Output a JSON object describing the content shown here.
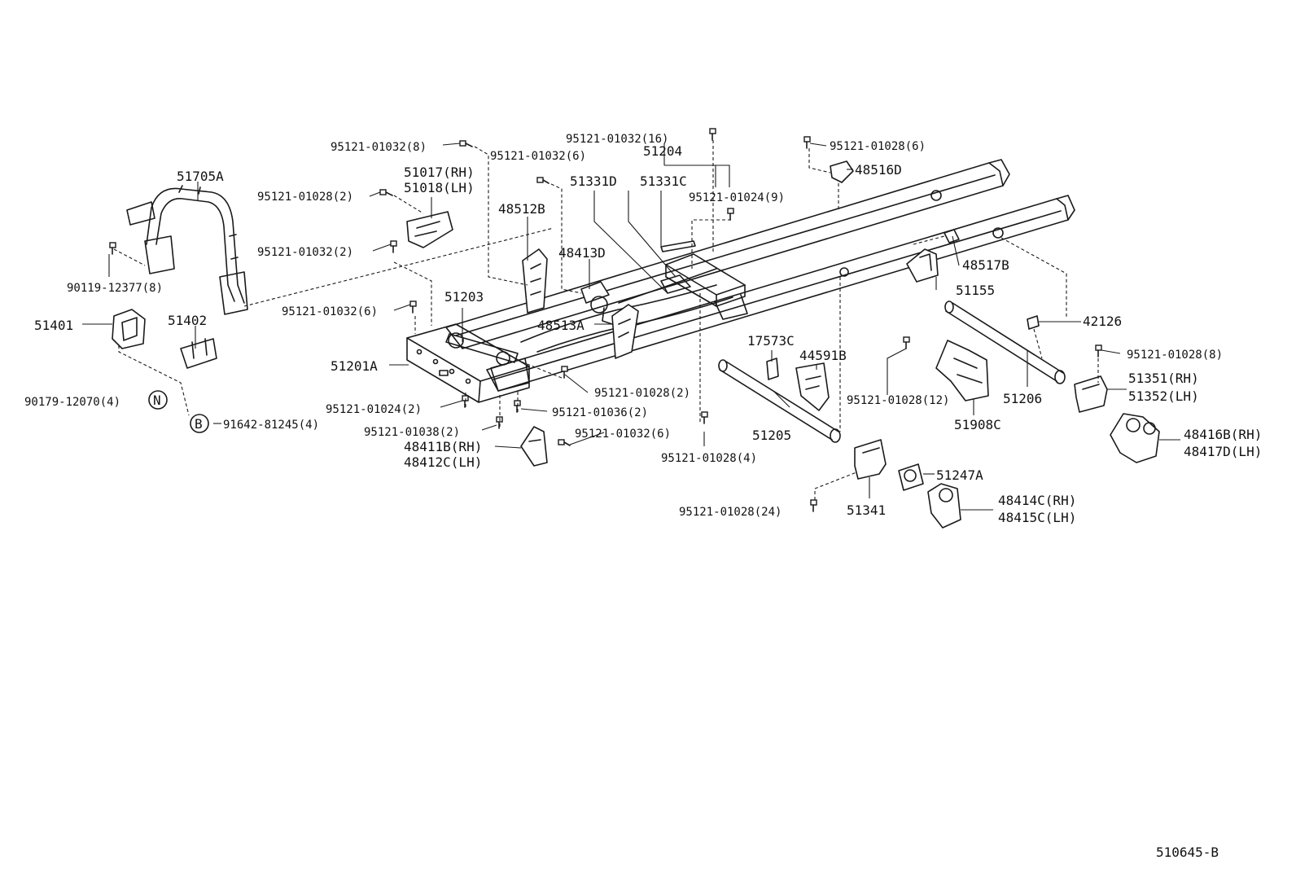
{
  "diagram_id": "510645-B",
  "labels": {
    "p51705A": "51705A",
    "p90119": "90119-12377(8)",
    "p51401": "51401",
    "p51402": "51402",
    "p90179": "90179-12070(4)",
    "symN": "N",
    "symB": "B",
    "p91642": "91642-81245(4)",
    "b01032_8": "95121-01032(8)",
    "p51017": "51017(RH)",
    "p51018": "51018(LH)",
    "b01028_2a": "95121-01028(2)",
    "b01032_2": "95121-01032(2)",
    "b01032_6a": "95121-01032(6)",
    "b01032_6b": "95121-01032(6)",
    "p48512B": "48512B",
    "p51203": "51203",
    "p51201A": "51201A",
    "b01024_2": "95121-01024(2)",
    "b01038_2": "95121-01038(2)",
    "b01036_2": "95121-01036(2)",
    "b01032_6c": "95121-01032(6)",
    "p48411B": "48411B(RH)",
    "p48412C": "48412C(LH)",
    "p48413D": "48413D",
    "p48513A": "48513A",
    "b01028_2b": "95121-01028(2)",
    "b01032_16": "95121-01032(16)",
    "p51204": "51204",
    "p51331D": "51331D",
    "p51331C": "51331C",
    "b01024_9": "95121-01024(9)",
    "b01028_4": "95121-01028(4)",
    "p17573C": "17573C",
    "p44591B": "44591B",
    "p51205": "51205",
    "b01028_6": "95121-01028(6)",
    "p48516D": "48516D",
    "p48517B": "48517B",
    "p51155": "51155",
    "b01028_12": "95121-01028(12)",
    "p51908C": "51908C",
    "p42126": "42126",
    "p51206": "51206",
    "b01028_8": "95121-01028(8)",
    "p51351": "51351(RH)",
    "p51352": "51352(LH)",
    "p48416B": "48416B(RH)",
    "p48417D": "48417D(LH)",
    "p51341": "51341",
    "b01028_24": "95121-01028(24)",
    "p51247A": "51247A",
    "p48414C": "48414C(RH)",
    "p48415C": "48415C(LH)"
  }
}
